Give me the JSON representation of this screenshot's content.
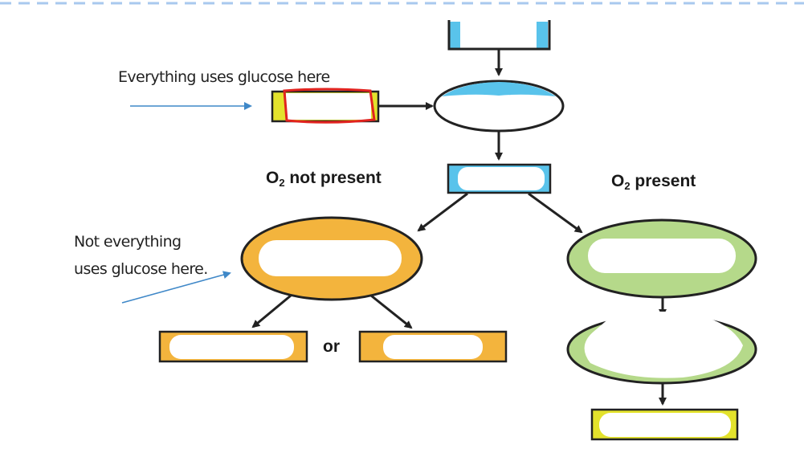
{
  "annotations": {
    "top_note": "Everything uses glucose here",
    "bottom_note_line1": "Not everything",
    "bottom_note_line2": "uses glucose here."
  },
  "branches": {
    "o2_symbol": "O",
    "o2_subscript": "2",
    "left_label": "not present",
    "right_label": "present",
    "or_word": "or"
  },
  "colors": {
    "blue": "#59c3eb",
    "yellow": "#e3e22c",
    "orange": "#f3b43d",
    "green": "#b5d98a",
    "annotation_arrow": "#3f88c8",
    "highlight": "#e1231f",
    "dashed_border": "#a8c8ee"
  }
}
